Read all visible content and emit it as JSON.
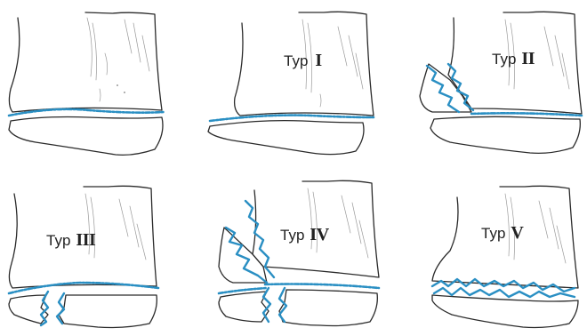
{
  "colors": {
    "fracture": "#2a8fc3",
    "outline": "#2a2a2a",
    "hatch": "#9a9a9a",
    "background": "#ffffff"
  },
  "panels": [
    {
      "id": "normal",
      "word": "",
      "numeral": ""
    },
    {
      "id": "typ1",
      "word": "Typ",
      "numeral": "I"
    },
    {
      "id": "typ2",
      "word": "Typ",
      "numeral": "II"
    },
    {
      "id": "typ3",
      "word": "Typ",
      "numeral": "III"
    },
    {
      "id": "typ4",
      "word": "Typ",
      "numeral": "IV"
    },
    {
      "id": "typ5",
      "word": "Typ",
      "numeral": "V"
    }
  ]
}
